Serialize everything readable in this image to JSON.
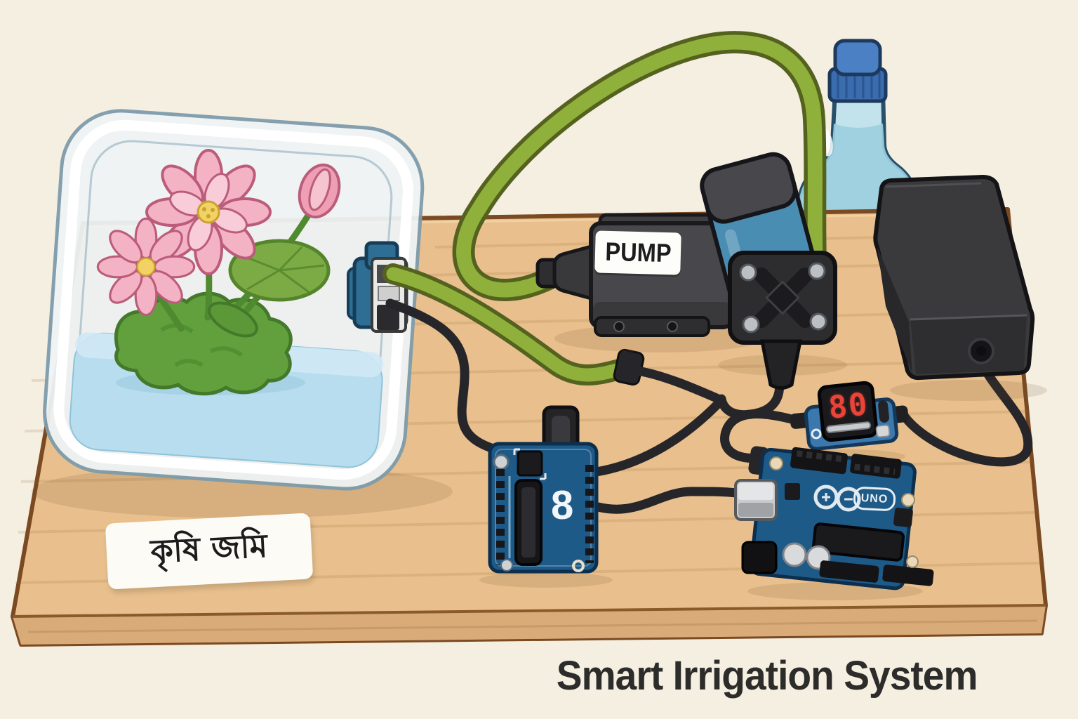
{
  "labels": {
    "title": "Smart Irrigation System",
    "field": "কৃষি জমি",
    "pump": "PUMP",
    "uno": "UNO",
    "mini_board_logo": "8",
    "moisture_value": "80"
  },
  "components": [
    "water-container-with-lotus",
    "water-level-sensor",
    "green-tube",
    "pump-unit",
    "diaphragm-pump",
    "water-bottle",
    "power-adapter",
    "mini-controller-board",
    "arduino-uno-board",
    "seven-segment-display-module",
    "wooden-board"
  ],
  "colors": {
    "background": "#f5efe1",
    "wood_top": "#e9c08d",
    "wood_front": "#d9ab79",
    "wood_outline": "#7b4a22",
    "water": "#b7ddee",
    "tube_green": "#8fb13c",
    "pcb_blue": "#1e5a88",
    "digit_red": "#e8463a",
    "flower_pink": "#f3b3c4",
    "bottle_body": "#c2e2ec",
    "bottle_cap": "#4b80c4",
    "device_dark": "#3a3a3d"
  }
}
